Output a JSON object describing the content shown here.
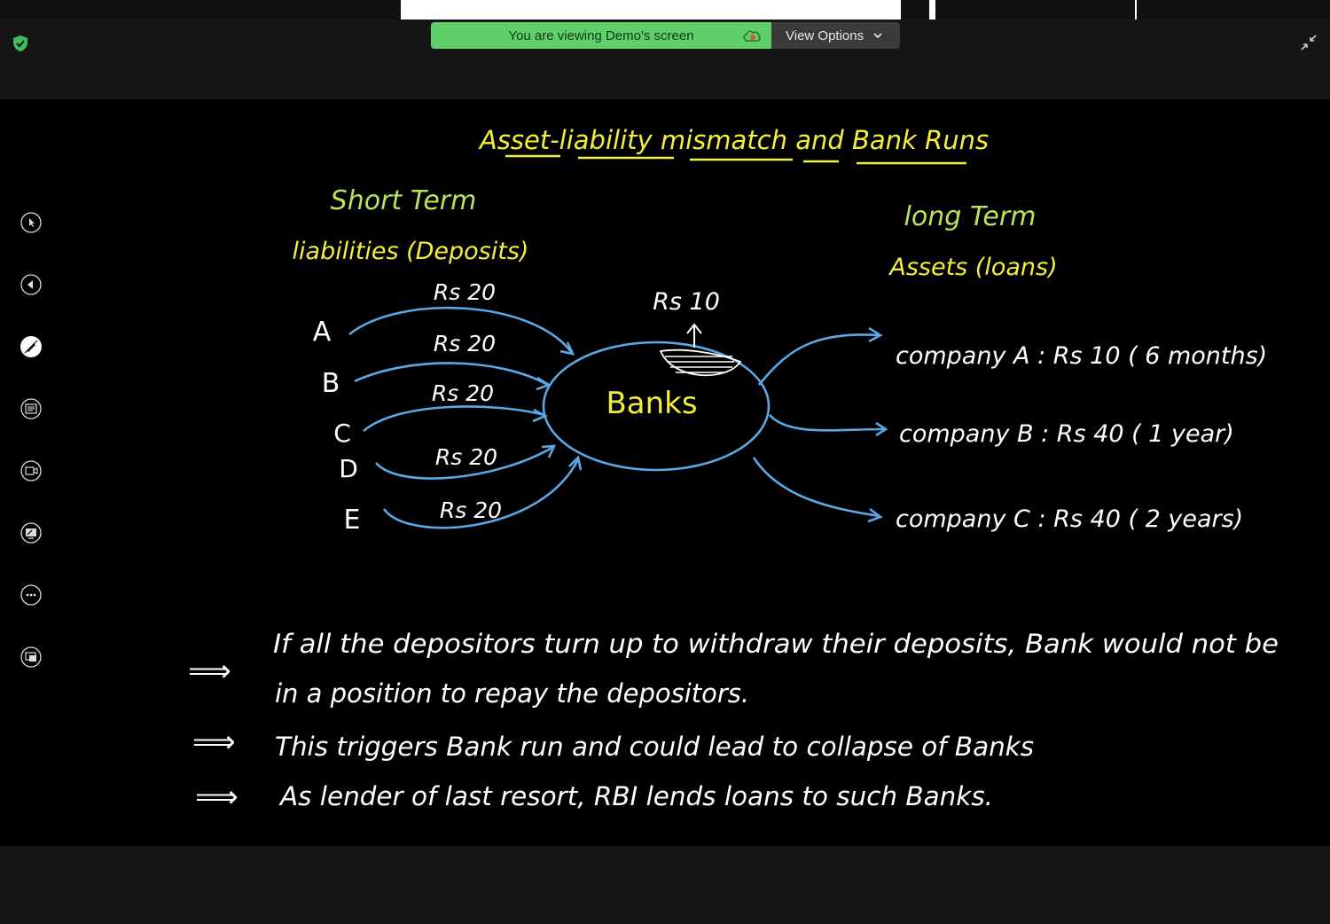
{
  "screen_share": {
    "banner_text": "You are viewing Demo's screen",
    "view_options_label": "View Options"
  },
  "icons": {
    "security": "shield-check-icon",
    "exit_fullscreen": "collapse-arrows-icon",
    "cloud": "cloud-record-icon",
    "chevron": "chevron-down-icon"
  },
  "toolbar": [
    {
      "name": "pointer-tool-icon"
    },
    {
      "name": "back-tool-icon"
    },
    {
      "name": "pen-tool-icon"
    },
    {
      "name": "text-tool-icon"
    },
    {
      "name": "camera-tool-icon"
    },
    {
      "name": "whiteboard-tool-icon"
    },
    {
      "name": "more-options-icon"
    },
    {
      "name": "screen-share-tool-icon"
    }
  ],
  "whiteboard": {
    "title": "Asset-liability mismatch and Bank Runs",
    "left_heading_1": "Short Term",
    "left_heading_2": "liabilities (Deposits)",
    "right_heading_1": "long Term",
    "right_heading_2": "Assets (loans)",
    "center_label": "Banks",
    "withdraw_label": "Rs 10",
    "depositors": [
      {
        "name": "A",
        "amount": "Rs 20"
      },
      {
        "name": "B",
        "amount": "Rs 20"
      },
      {
        "name": "C",
        "amount": "Rs 20"
      },
      {
        "name": "D",
        "amount": "Rs 20"
      },
      {
        "name": "E",
        "amount": "Rs 20"
      }
    ],
    "loans": [
      "company A : Rs 10 ( 6 months)",
      "company B : Rs 40 ( 1 year)",
      "company C : Rs 40 ( 2 years)"
    ],
    "arrow_symbol": "⟹",
    "notes": [
      "If all the depositors turn up to withdraw their deposits, Bank would not be",
      "in a position to repay the depositors.",
      "This triggers Bank run and could lead to collapse of Banks",
      "As lender of last resort, RBI lends loans to such Banks."
    ]
  },
  "colors": {
    "banner_green": "#5fcf6a",
    "title_yellow": "#f4ef3a",
    "heading_green": "#b8e35a",
    "arrow_blue": "#5aa8e6",
    "ink_white": "#ffffff"
  }
}
